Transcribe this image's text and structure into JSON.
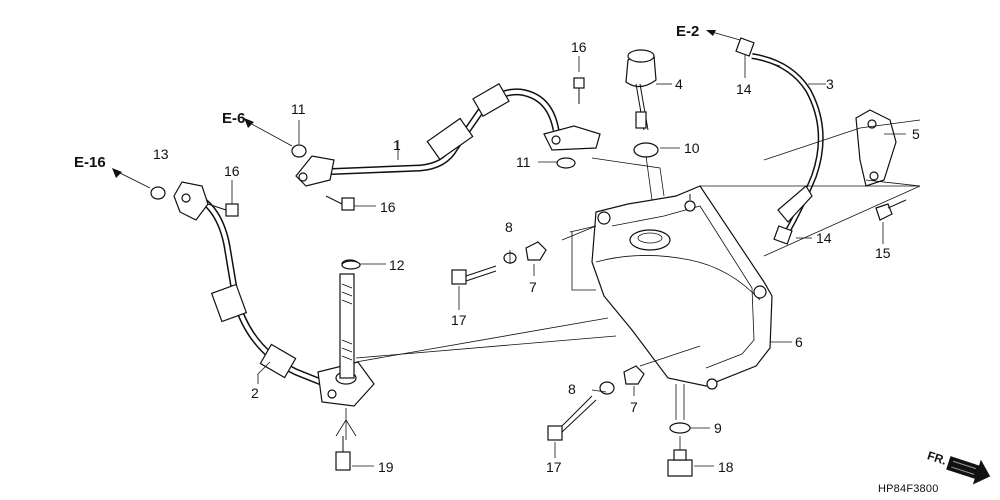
{
  "callouts": {
    "c1": "1",
    "c2": "2",
    "c3": "3",
    "c4": "4",
    "c5": "5",
    "c6": "6",
    "c7a": "7",
    "c7b": "7",
    "c8a": "8",
    "c8b": "8",
    "c9": "9",
    "c10": "10",
    "c11a": "11",
    "c11b": "11",
    "c12": "12",
    "c13": "13",
    "c14a": "14",
    "c14b": "14",
    "c15": "15",
    "c16a": "16",
    "c16b": "16",
    "c16c": "16",
    "c17a": "17",
    "c17b": "17",
    "c18": "18",
    "c19": "19"
  },
  "references": {
    "e2": "E-2",
    "e6": "E-6",
    "e16": "E-16"
  },
  "diagram_code": "HP84F3800",
  "direction_label": "FR."
}
